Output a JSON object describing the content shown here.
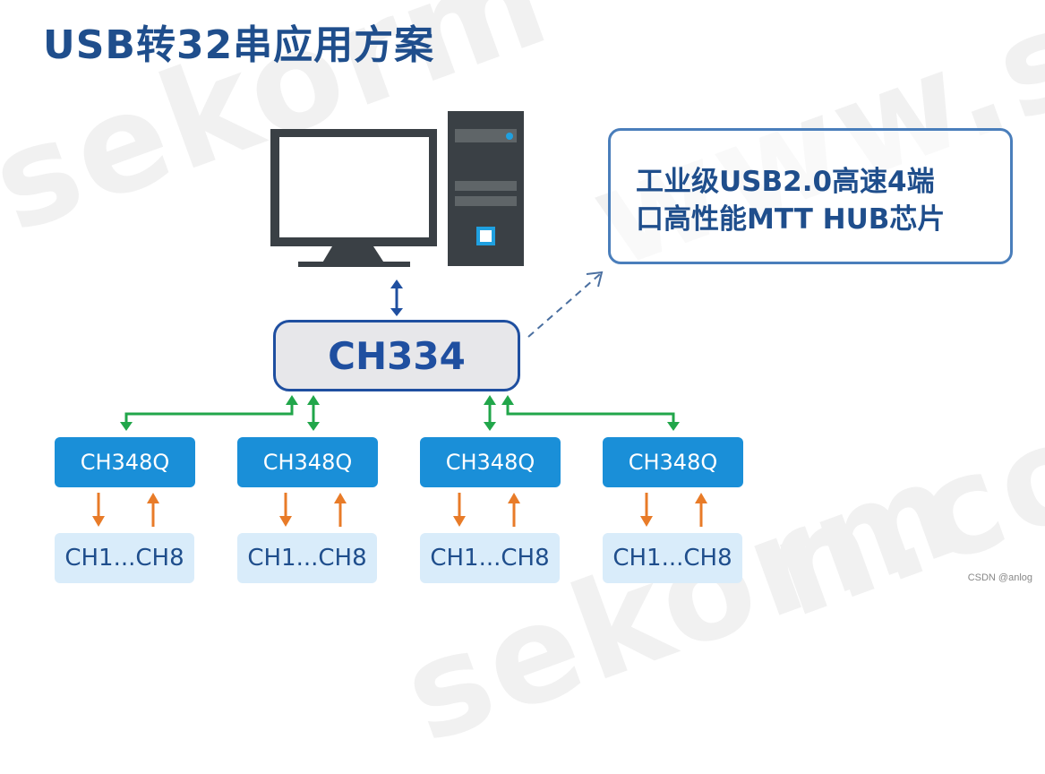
{
  "title": "USB转32串应用方案",
  "callout": {
    "line1": "工业级USB2.0高速4端",
    "line2": "口高性能MTT HUB芯片"
  },
  "hub_chip": {
    "label": "CH334"
  },
  "uart_chips": [
    {
      "label": "CH348Q",
      "channels": "CH1...CH8"
    },
    {
      "label": "CH348Q",
      "channels": "CH1...CH8"
    },
    {
      "label": "CH348Q",
      "channels": "CH1...CH8"
    },
    {
      "label": "CH348Q",
      "channels": "CH1...CH8"
    }
  ],
  "watermark": {
    "text1": "sekorm",
    "text2": "www.seko",
    "text3": "n.com"
  },
  "credit": "CSDN @anlog",
  "colors": {
    "title": "#1f4e8c",
    "hub_border": "#1f4fa0",
    "hub_fill": "#e7e7ea",
    "uart_fill": "#1a8fd8",
    "channel_fill": "#d9ecfa",
    "green_link": "#21a64a",
    "orange_link": "#e87b28",
    "pc_dark": "#3a4045",
    "accent_blue": "#1fa0e0"
  }
}
